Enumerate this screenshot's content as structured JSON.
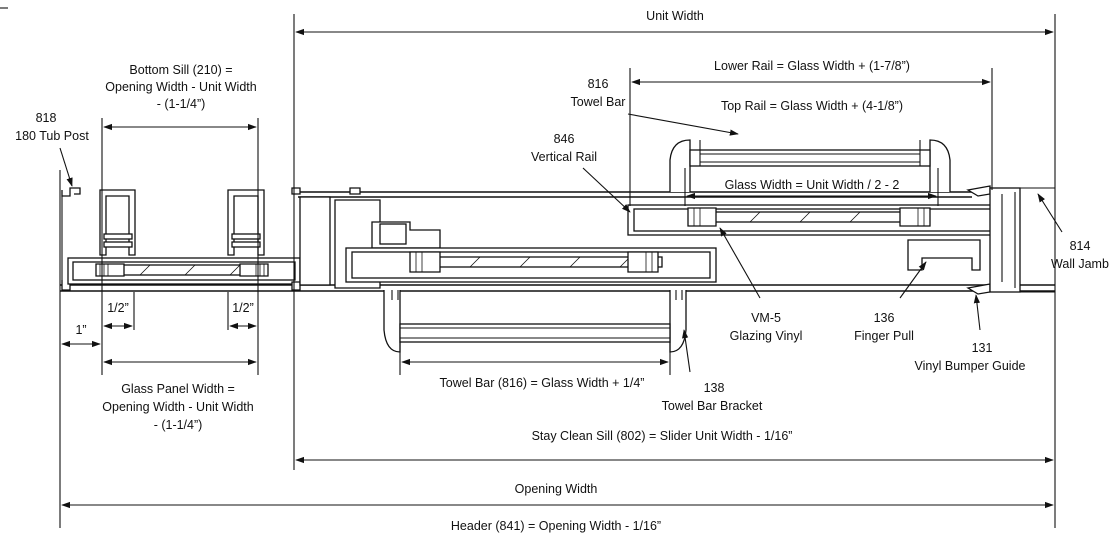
{
  "labels": {
    "unit_width": "Unit Width",
    "lower_rail": "Lower Rail = Glass Width + (1-7/8”)",
    "top_rail": "Top Rail = Glass Width + (4-1/8”)",
    "glass_width": "Glass Width = Unit Width / 2 - 2",
    "bottom_sill_1": "Bottom Sill (210) =",
    "bottom_sill_2": "Opening Width - Unit Width",
    "bottom_sill_3": "- (1-1/4”)",
    "tub_post_num": "818",
    "tub_post_name": "180 Tub Post",
    "towel_bar_num": "816",
    "towel_bar_name": "Towel Bar",
    "vert_rail_num": "846",
    "vert_rail_name": "Vertical Rail",
    "wall_jamb_num": "814",
    "wall_jamb_name": "Wall Jamb",
    "half_in_left": "1/2”",
    "half_in_right": "1/2”",
    "one_in": "1”",
    "vm5_1": "VM-5",
    "vm5_2": "Glazing Vinyl",
    "finger_pull_num": "136",
    "finger_pull_name": "Finger Pull",
    "bumper_num": "131",
    "bumper_name": "Vinyl Bumper Guide",
    "glass_panel_1": "Glass Panel Width =",
    "glass_panel_2": "Opening Width - Unit Width",
    "glass_panel_3": "- (1-1/4”)",
    "towel_bar_formula": "Towel Bar (816) = Glass Width + 1/4”",
    "bracket_num": "138",
    "bracket_name": "Towel Bar Bracket",
    "stay_clean": "Stay Clean Sill (802) = Slider Unit Width - 1/16”",
    "opening_width": "Opening Width",
    "header": "Header (841) = Opening Width - 1/16”"
  }
}
